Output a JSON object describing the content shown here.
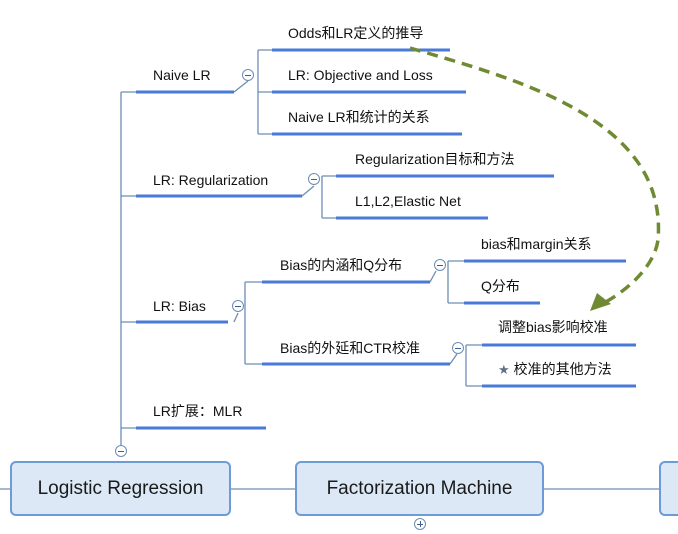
{
  "topics": {
    "logistic_regression": "Logistic Regression",
    "factorization_machine": "Factorization Machine"
  },
  "branches": {
    "naive_lr": {
      "label": "Naive LR",
      "children": [
        "Odds和LR定义的推导",
        "LR: Objective and Loss",
        "Naive LR和统计的关系"
      ]
    },
    "regularization": {
      "label": "LR: Regularization",
      "children": [
        "Regularization目标和方法",
        "L1,L2,Elastic Net"
      ]
    },
    "bias": {
      "label": "LR: Bias",
      "internal": {
        "label": "Bias的内涵和Q分布",
        "children": [
          "bias和margin关系",
          "Q分布"
        ]
      },
      "external": {
        "label": "Bias的外延和CTR校准",
        "children": [
          "调整bias影响校准",
          "校准的其他方法"
        ]
      }
    },
    "extension": {
      "label": "LR扩展：MLR"
    }
  },
  "colors": {
    "line": "#6d8db5",
    "underline": "#4a7ad8",
    "arrow": "#6f8a33",
    "node_fill": "#dce8f5",
    "node_border": "#6d9bd6"
  },
  "icons": {
    "collapse": "minus-circle-icon",
    "expand": "plus-circle-icon",
    "marker": "star-icon"
  }
}
